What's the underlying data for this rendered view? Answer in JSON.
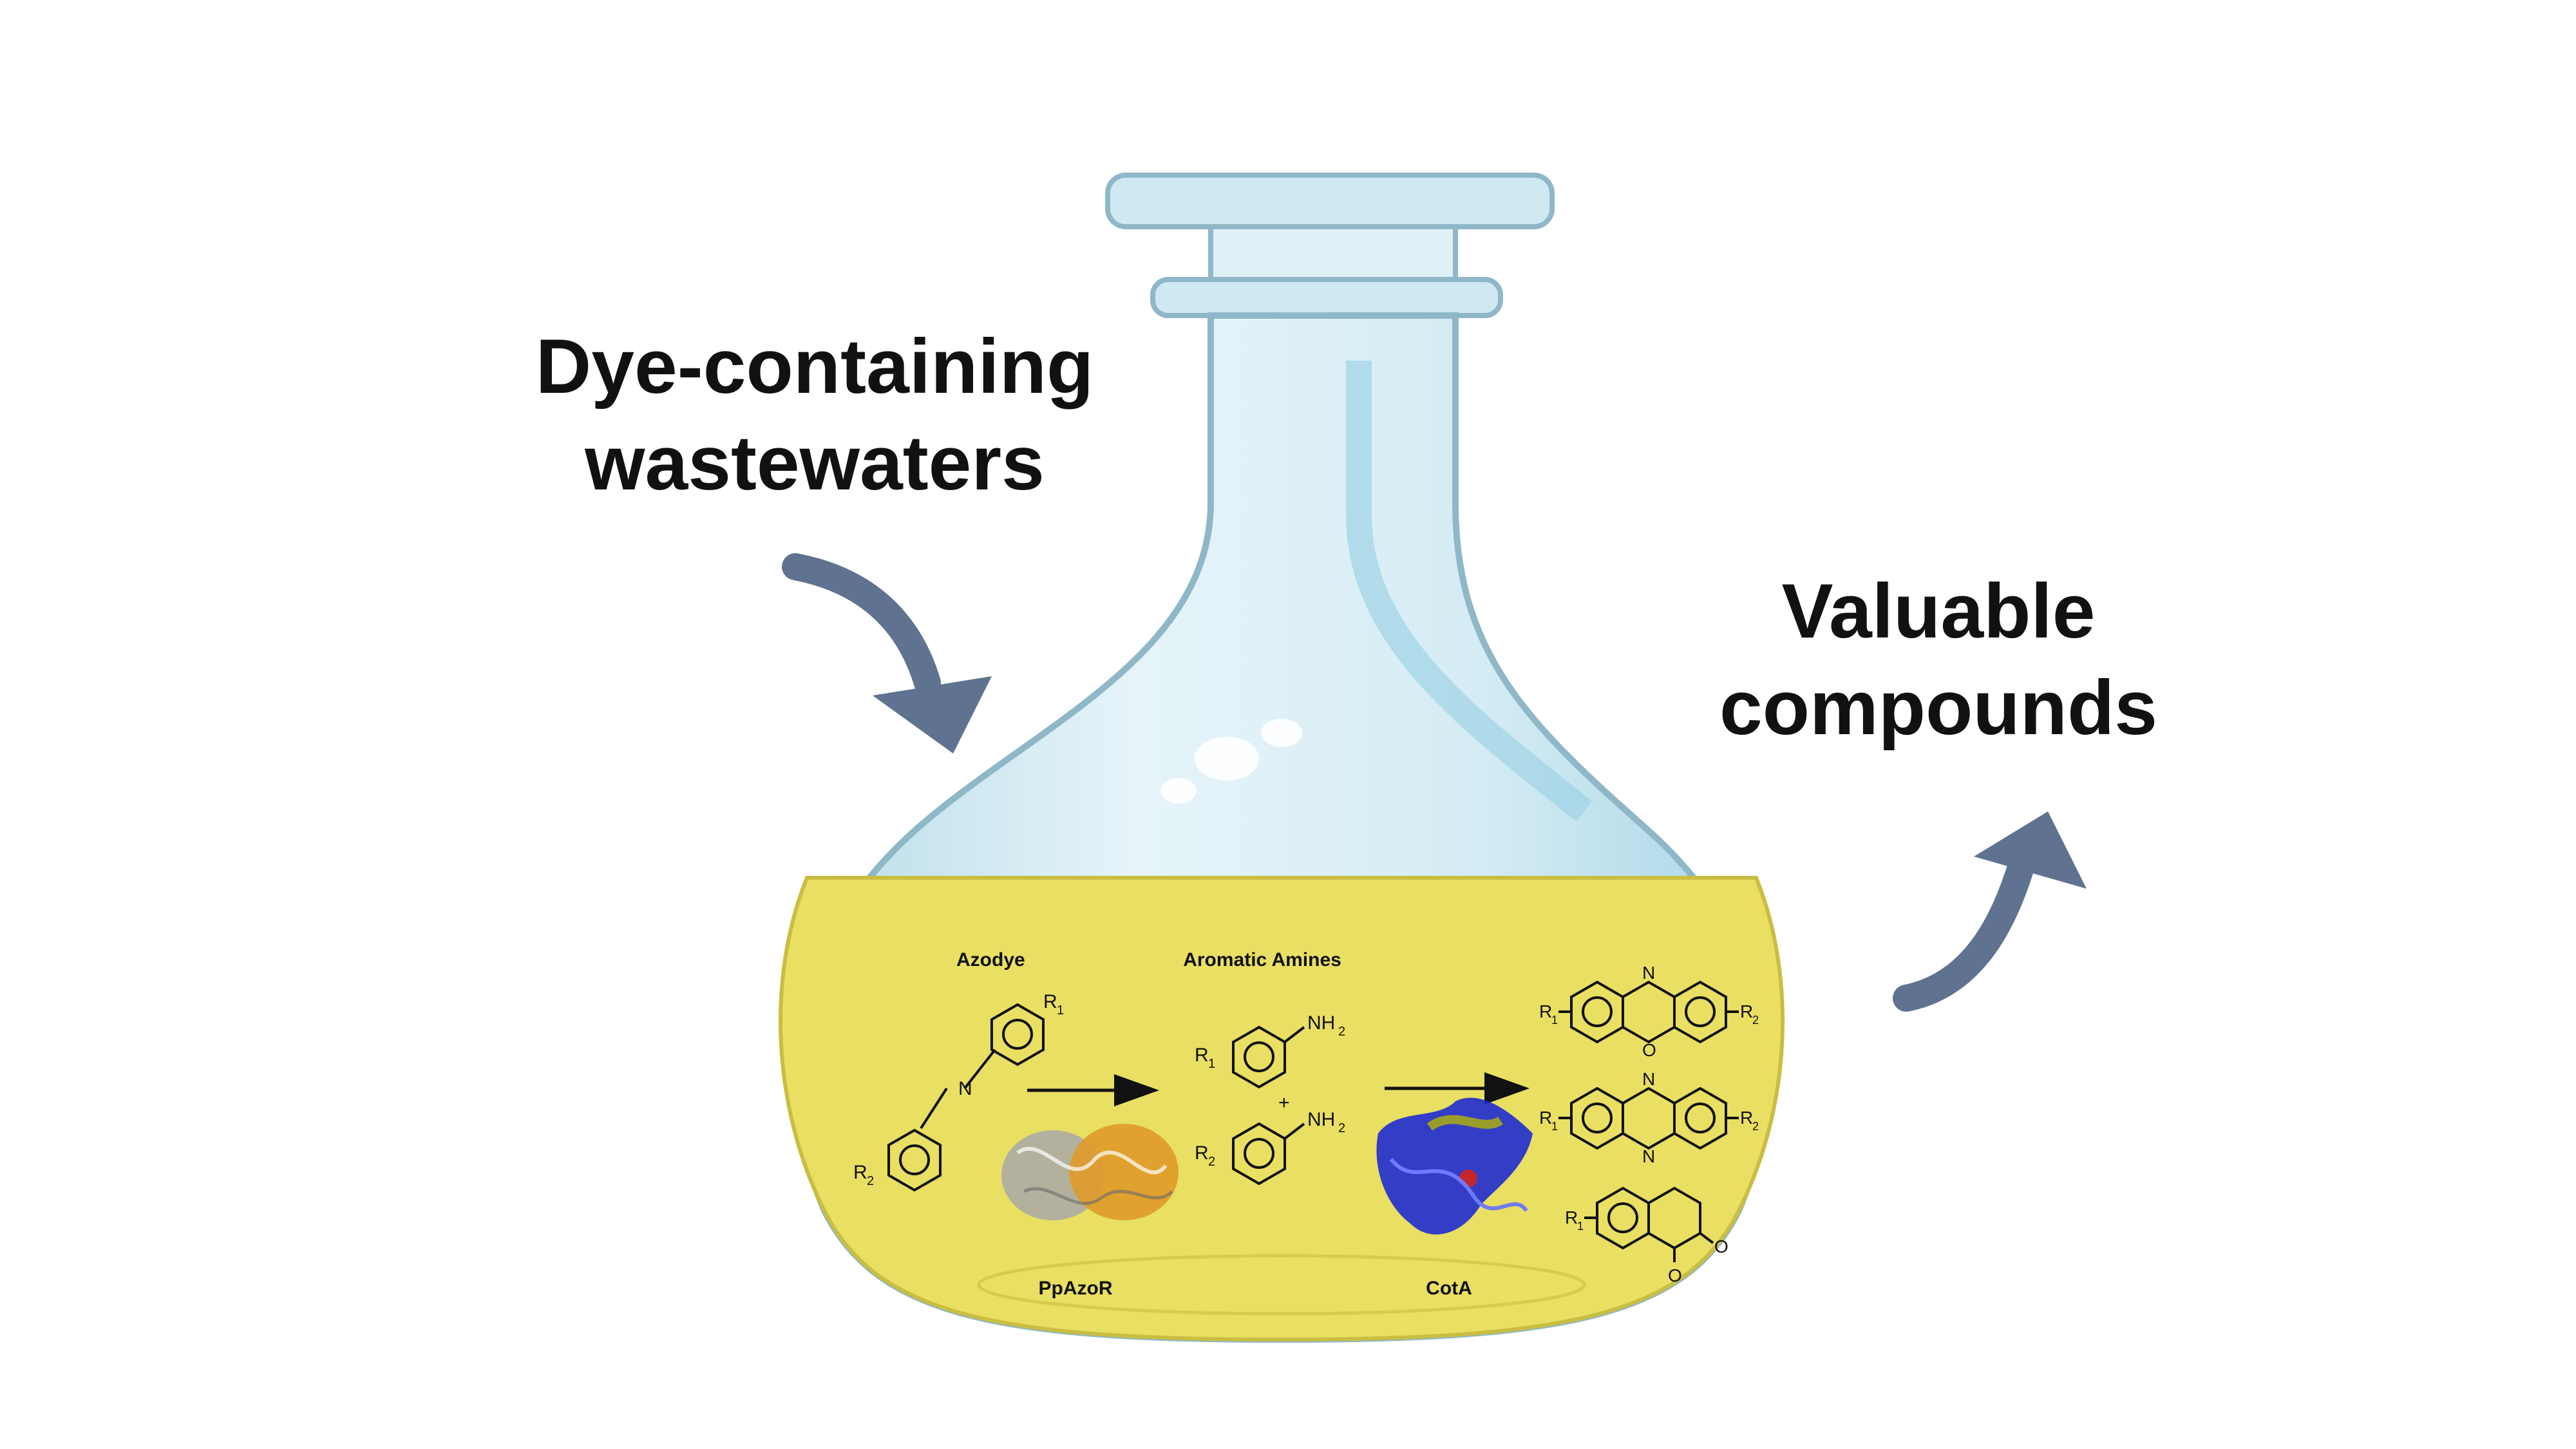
{
  "labels": {
    "input_line1": "Dye-containing",
    "input_line2": "wastewaters",
    "output_line1": "Valuable",
    "output_line2": "compounds"
  },
  "scheme": {
    "azodye": "Azodye",
    "aromatic_amines": "Aromatic Amines",
    "enzyme1": "PpAzoR",
    "enzyme2": "CotA",
    "r1": "R",
    "r2": "R",
    "sub1": "1",
    "sub2": "2",
    "nh": "NH",
    "sub_nh": "2",
    "n": "N",
    "o": "O",
    "plus": "+"
  },
  "colors": {
    "liquid": "#e9df62",
    "glass": "#cfe8f1",
    "glass_edge": "#8fb7c7",
    "arrow": "#5f7390",
    "enzyme1_gray": "#a9a9a9",
    "enzyme1_orange": "#e09a2a",
    "enzyme2_blue": "#1f2bd1"
  }
}
